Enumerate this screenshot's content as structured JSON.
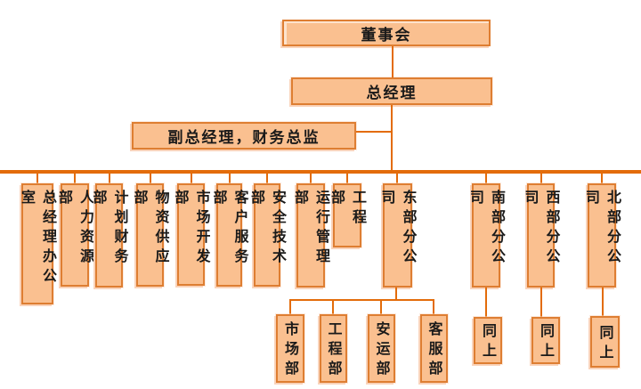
{
  "diagram": {
    "type": "org-chart",
    "root": {
      "label": "董事会"
    },
    "general_manager": {
      "label": "总经理"
    },
    "staff_box": {
      "label": "副总经理，财务总监"
    },
    "departments": [
      "总经理办公室",
      "人力资源部",
      "计划财务部",
      "物资供应部",
      "市场开发部",
      "客户服务部",
      "安全技术部",
      "运行管理部",
      "工程部",
      "东部分公司",
      "南部分公司",
      "西部分公司",
      "北部分公司"
    ],
    "east_branch_children": [
      "市场部",
      "工程部",
      "安运部",
      "客服部"
    ],
    "repeat_boxes": [
      "同上",
      "同上",
      "同上"
    ]
  },
  "colors": {
    "box_fill": "#FAC090",
    "box_border": "#DE7E32",
    "connector": "#E36C0A",
    "text": "#1a1a1a",
    "background": "#ffffff"
  }
}
